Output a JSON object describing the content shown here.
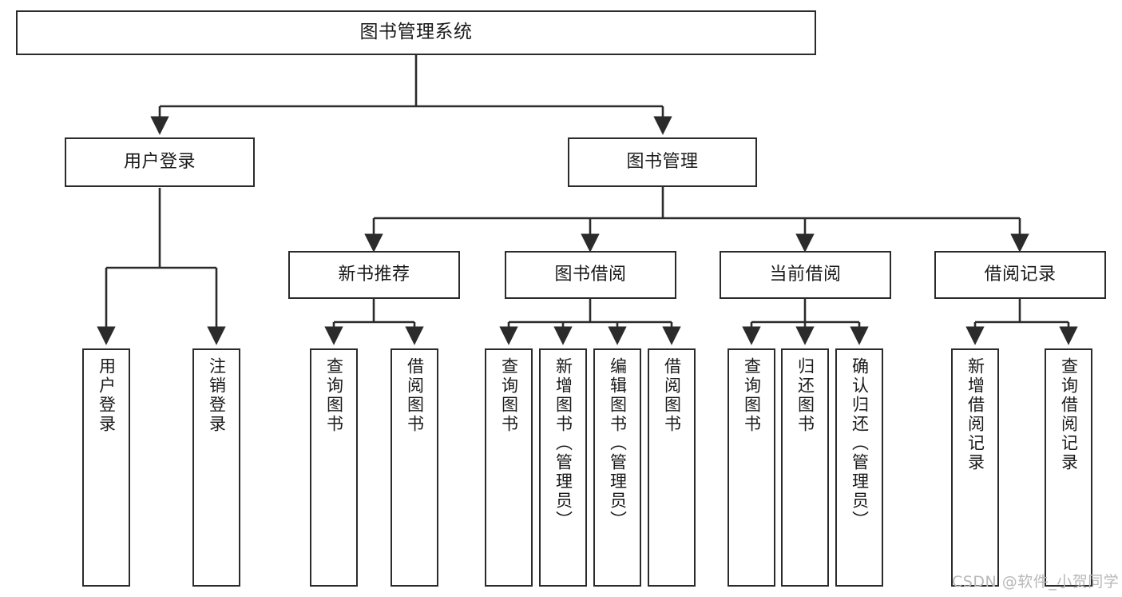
{
  "diagram": {
    "title": "图书管理系统",
    "type": "functional-structure-tree",
    "watermark": "CSDN @软件_小贺同学",
    "colors": {
      "background": "#ffffff",
      "node_fill": "#ffffff",
      "node_stroke": "#2b2b2b",
      "edge_stroke": "#2b2b2b",
      "text": "#1a1a1a",
      "watermark": "#b8b8b8"
    },
    "root": {
      "label": "图书管理系统"
    },
    "level2": [
      {
        "label": "用户登录"
      },
      {
        "label": "图书管理"
      }
    ],
    "level3": [
      {
        "label": "新书推荐"
      },
      {
        "label": "图书借阅"
      },
      {
        "label": "当前借阅"
      },
      {
        "label": "借阅记录"
      }
    ],
    "leaves": {
      "user_login": [
        {
          "label": "用户登录"
        },
        {
          "label": "注销登录"
        }
      ],
      "new_book_recommend": [
        {
          "label": "查询图书"
        },
        {
          "label": "借阅图书"
        }
      ],
      "book_borrow": [
        {
          "label": "查询图书"
        },
        {
          "label": "新增图书（管理员）"
        },
        {
          "label": "编辑图书（管理员）"
        },
        {
          "label": "借阅图书"
        }
      ],
      "current_borrow": [
        {
          "label": "查询图书"
        },
        {
          "label": "归还图书"
        },
        {
          "label": "确认归还（管理员）"
        }
      ],
      "borrow_record": [
        {
          "label": "新增借阅记录"
        },
        {
          "label": "查询借阅记录"
        }
      ]
    }
  }
}
